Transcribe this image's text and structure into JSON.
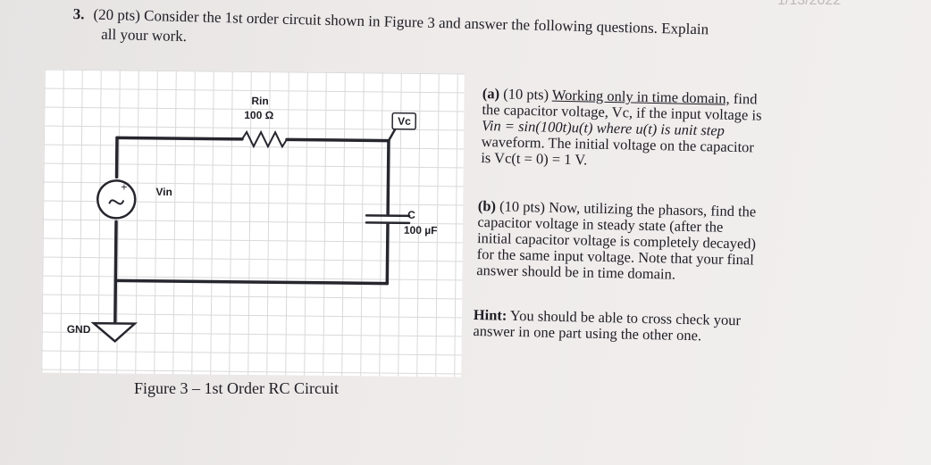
{
  "question": {
    "number": "3.",
    "line1": "(20 pts) Consider the 1st order circuit shown in Figure 3 and answer the following questions. Explain",
    "line2": "all your work."
  },
  "date_fragment": "1/13/2022",
  "circuit": {
    "resistor_name": "Rin",
    "resistor_value": "100 Ω",
    "source_label": "Vin",
    "node_label": "Vc",
    "capacitor_name": "C",
    "capacitor_value": "100 µF",
    "ground_label": "GND"
  },
  "caption": "Figure 3 – 1st Order RC Circuit",
  "part_a": {
    "heading": "(a)",
    "pts": "(10 pts)",
    "underlined": "Working only in time domain,",
    "rest1": "find",
    "line2": "the capacitor voltage, Vc, if the input voltage is",
    "line3": "Vin = sin(100t)u(t) where u(t) is unit step",
    "line4": "waveform. The initial voltage on the capacitor",
    "line5": "is Vc(t = 0) = 1 V."
  },
  "part_b": {
    "heading": "(b)",
    "line1": "(10 pts) Now, utilizing the phasors, find the",
    "line2": "capacitor voltage in steady state (after the",
    "line3": "initial capacitor voltage is completely decayed)",
    "line4": "for the same input voltage. Note that your final",
    "line5": "answer should be in time domain."
  },
  "hint": {
    "label": "Hint:",
    "line1": "You should be able to cross check your",
    "line2": "answer in one part using the other one."
  }
}
